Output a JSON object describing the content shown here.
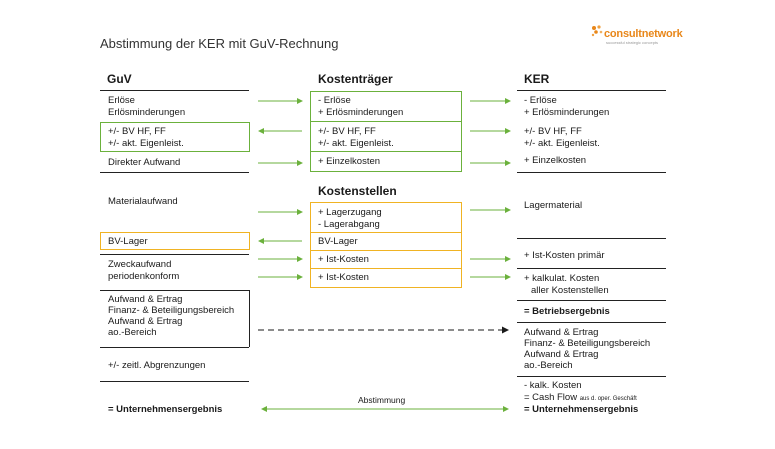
{
  "title": "Abstimmung der KER mit GuV-Rechnung",
  "logo": {
    "name": "consultnetwork",
    "tagline": "successful strategic concepts"
  },
  "headers": {
    "guv": "GuV",
    "kostentraeger": "Kostenträger",
    "kostenstellen": "Kostenstellen",
    "ker": "KER"
  },
  "guv": {
    "erloese": "Erlöse",
    "erloesminderungen": "Erlösminderungen",
    "bv": "+/- BV HF, FF",
    "eigenleist": "+/- akt. Eigenleist.",
    "direkter_aufwand": "Direkter Aufwand",
    "materialaufwand": "Materialaufwand",
    "bv_lager": "BV-Lager",
    "zweckaufwand": "Zweckaufwand",
    "periodenkonform": "periodenkonform",
    "ae1": "Aufwand & Ertrag",
    "finanz": "Finanz- & Beteiligungsbereich",
    "ae2": "Aufwand & Ertrag",
    "ao": "ao.-Bereich",
    "abgrenzungen": "+/- zeitl. Abgrenzungen",
    "unternehmensergebnis": "= Unternehmensergebnis"
  },
  "kt": {
    "erloese": "- Erlöse",
    "erloesminderungen": "+ Erlösminderungen",
    "bv": "+/- BV HF, FF",
    "eigenleist": "+/- akt. Eigenleist.",
    "einzelkosten": "+ Einzelkosten"
  },
  "ks": {
    "lagerzugang": "+ Lagerzugang",
    "lagerabgang": "- Lagerabgang",
    "bv_lager": "BV-Lager",
    "ist1": "+ Ist-Kosten",
    "ist2": "+ Ist-Kosten"
  },
  "ker": {
    "erloese": "- Erlöse",
    "erloesminderungen": "+ Erlösminderungen",
    "bv": "+/- BV HF, FF",
    "eigenleist": "+/- akt. Eigenleist.",
    "einzelkosten": "+ Einzelkosten",
    "lagermaterial": "Lagermaterial",
    "ist_primaer": "+ Ist-Kosten primär",
    "kalk_kosten": "+ kalkulat. Kosten",
    "aller_kostenstellen": "aller Kostenstellen",
    "betriebsergebnis": "= Betriebsergebnis",
    "ae1": "Aufwand & Ertrag",
    "finanz": "Finanz- & Beteiligungsbereich",
    "ae2": "Aufwand & Ertrag",
    "ao": "ao.-Bereich",
    "kalk": "-   kalk. Kosten",
    "cashflow": "= Cash Flow",
    "cashflow_note": "aus d. oper. Geschäft",
    "unternehmensergebnis": "= Unternehmensergebnis"
  },
  "abstimmung": "Abstimmung",
  "colors": {
    "green": "#6bb13c",
    "orange": "#f0b323",
    "text": "#1a1a1a",
    "logo": "#e8871a"
  }
}
